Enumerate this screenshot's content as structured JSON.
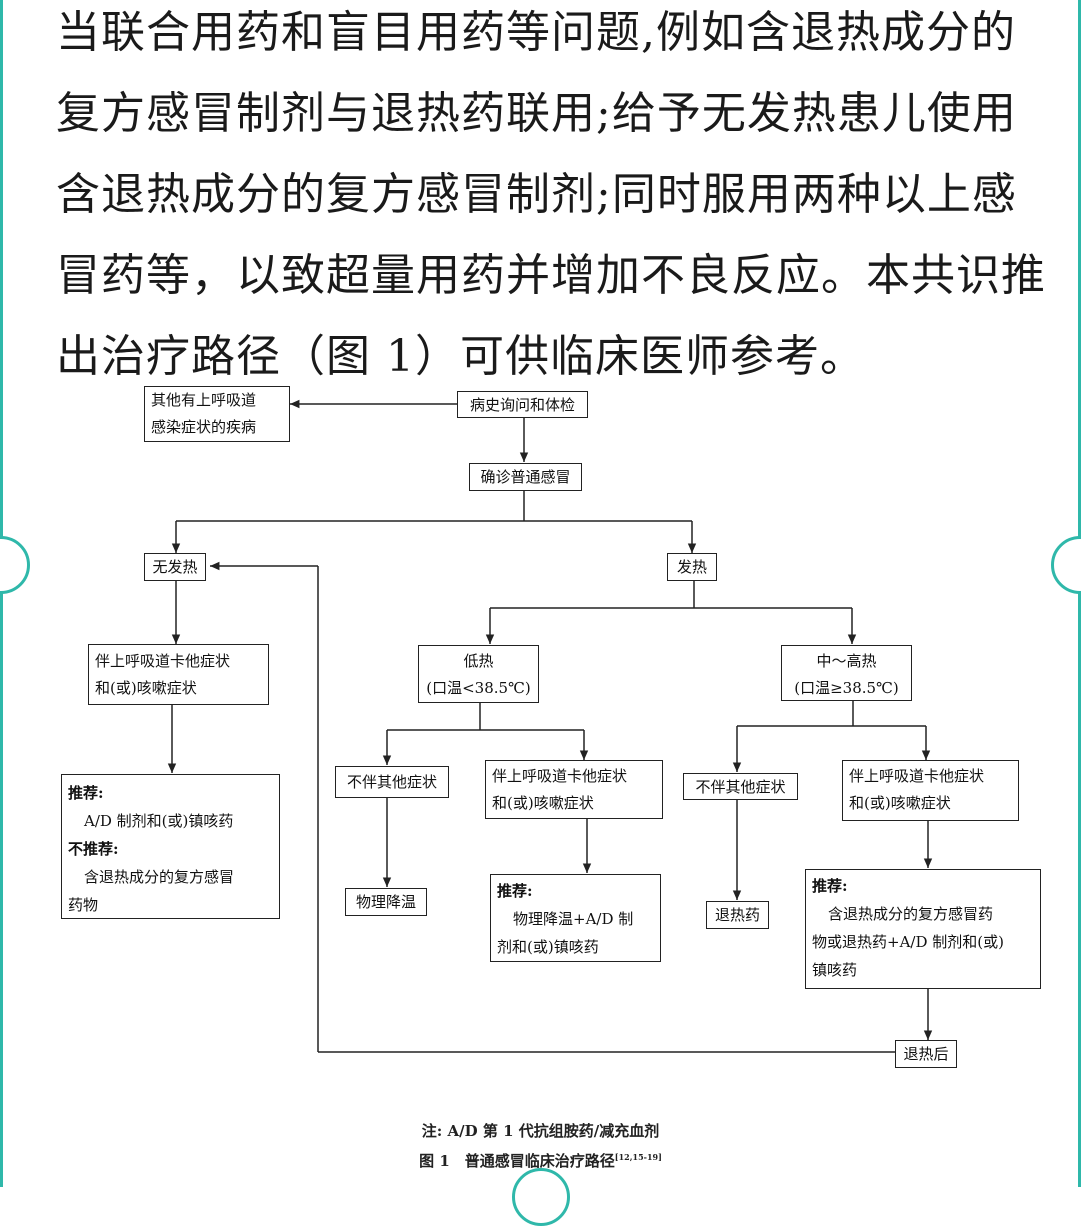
{
  "paragraph": {
    "lines": [
      "当联合用药和盲目用药等问题,例如含退热成分的",
      "复方感冒制剂与退热药联用;给予无发热患儿使用",
      "含退热成分的复方感冒制剂;同时服用两种以上感",
      "冒药等，以致超量用药并增加不良反应。本共识推",
      "出治疗路径（图 1）可供临床医师参考。"
    ]
  },
  "flowchart": {
    "other_disease": [
      "其他有上呼吸道",
      "感染症状的疾病"
    ],
    "history": "病史询问和体检",
    "diagnosis": "确诊普通感冒",
    "no_fever": "无发热",
    "fever": "发热",
    "no_fever_symptoms": [
      "伴上呼吸道卡他症状",
      "和(或)咳嗽症状"
    ],
    "no_fever_rec": {
      "rec_title": "推荐:",
      "rec_text": "A/D 制剂和(或)镇咳药",
      "notrec_title": "不推荐:",
      "notrec_text": [
        "含退热成分的复方感冒",
        "药物"
      ]
    },
    "low_fever": [
      "低热",
      "(口温<38.5℃)"
    ],
    "high_fever": [
      "中～高热",
      "(口温≥38.5℃)"
    ],
    "low_no_symptoms": "不伴其他症状",
    "low_symptoms": [
      "伴上呼吸道卡他症状",
      "和(或)咳嗽症状"
    ],
    "physical_cooling": "物理降温",
    "low_rec": {
      "title": "推荐:",
      "text": [
        "物理降温+A/D 制",
        "剂和(或)镇咳药"
      ]
    },
    "high_no_symptoms": "不伴其他症状",
    "high_symptoms": [
      "伴上呼吸道卡他症状",
      "和(或)咳嗽症状"
    ],
    "antipyretic": "退热药",
    "high_rec": {
      "title": "推荐:",
      "text": [
        "含退热成分的复方感冒药",
        "物或退热药+A/D 制剂和(或)",
        "镇咳药"
      ]
    },
    "after_fever": "退热后"
  },
  "caption": {
    "note": "注: A/D 第 1 代抗组胺药/减充血剂",
    "figure": "图 1　普通感冒临床治疗路径",
    "refs": "[12,15-19]"
  },
  "colors": {
    "frame": "#2fb8aa",
    "ink": "#1a1a1a"
  }
}
